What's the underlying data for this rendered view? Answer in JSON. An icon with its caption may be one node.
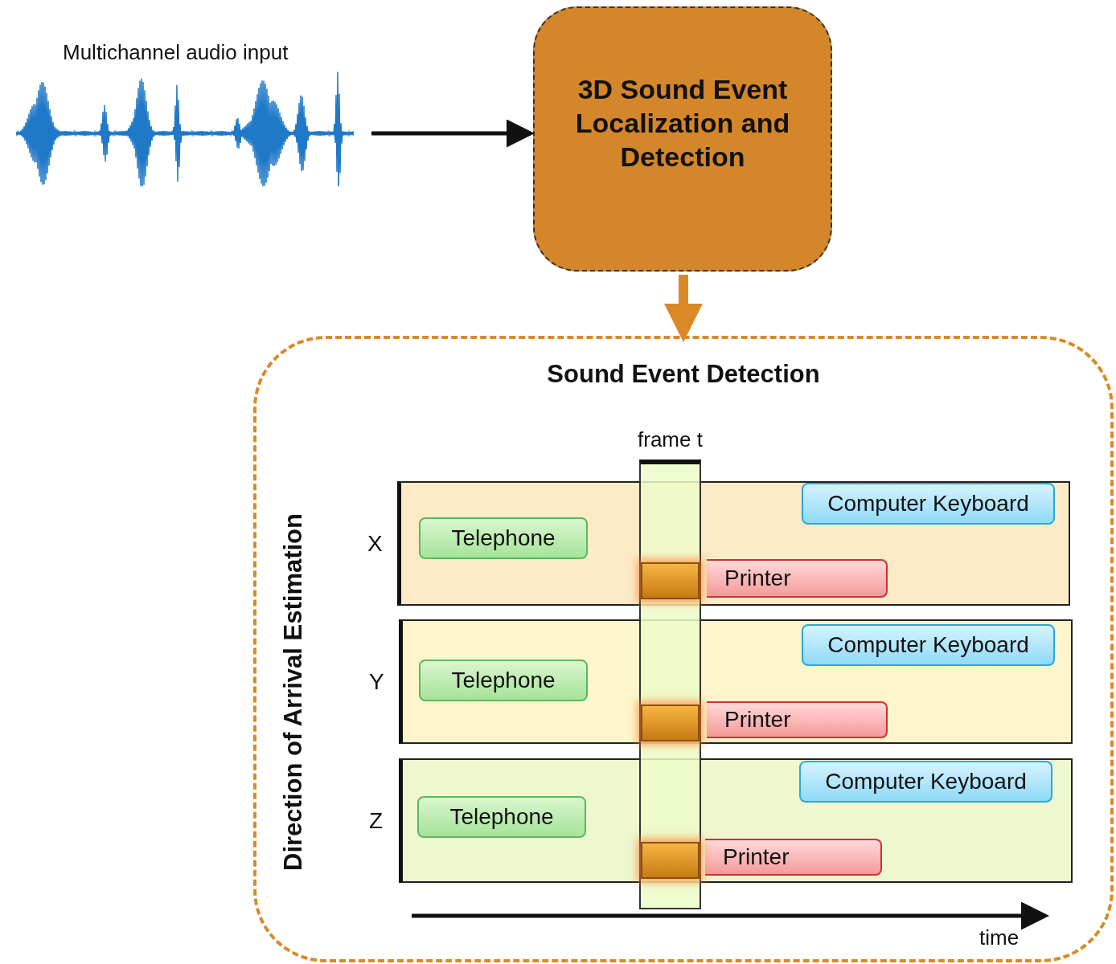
{
  "diagram": {
    "nodes": [
      {
        "text": [
          "Multichannel audio input"
        ]
      },
      {
        "text": [
          "3D Sound Event Localization and Detection"
        ]
      },
      {
        "text": [
          "Sound Event Detection",
          "Direction of Arrival Estimation"
        ]
      },
      {
        "text": [
          "X"
        ],
        "in": 2
      },
      {
        "text": [
          "Telephone"
        ],
        "in": 3
      },
      {
        "text": [
          "Computer Keyboard"
        ],
        "in": 3
      },
      {
        "text": [
          "Printer"
        ],
        "in": 3
      },
      {
        "text": [
          "Y"
        ],
        "in": 2
      },
      {
        "text": [
          "Telephone"
        ],
        "in": 7
      },
      {
        "text": [
          "Computer Keyboard"
        ],
        "in": 7
      },
      {
        "text": [
          "Printer"
        ],
        "in": 7
      },
      {
        "text": [
          "Z"
        ],
        "in": 2
      },
      {
        "text": [
          "Telephone"
        ],
        "in": 11
      },
      {
        "text": [
          "Computer Keyboard"
        ],
        "in": 11
      },
      {
        "text": [
          "Printer"
        ],
        "in": 11
      },
      {
        "text": [
          "frame t"
        ],
        "in": 2
      }
    ],
    "edges": [
      {
        "from": 0,
        "to": 1,
        "arrow": "to"
      },
      {
        "from": 1,
        "to": 2,
        "arrow": "to",
        "style": "thick",
        "color": "#d98a26"
      }
    ],
    "labels": [
      "time"
    ]
  }
}
